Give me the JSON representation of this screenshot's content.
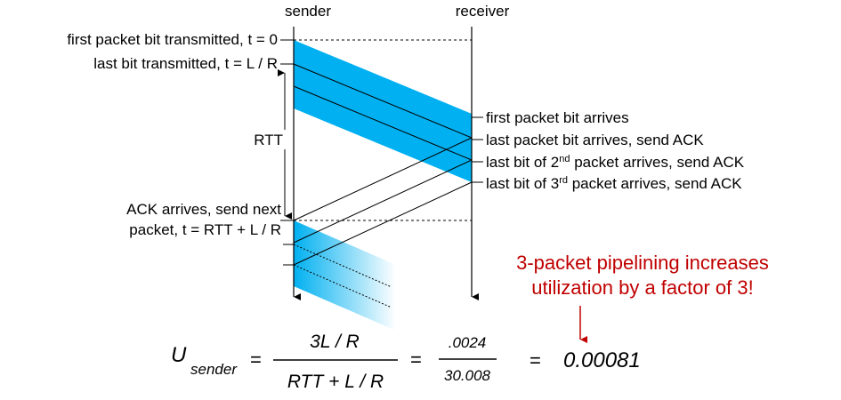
{
  "columns": {
    "sender": "sender",
    "receiver": "receiver"
  },
  "sender_labels": {
    "first_bit_line1": "first packet bit transmitted, t = 0",
    "last_bit_line1": "last bit transmitted, t = L / R",
    "rtt": "RTT",
    "ack_line1": "ACK arrives, send next",
    "ack_line2": "packet, t = RTT + L / R"
  },
  "receiver_labels": {
    "first_arrives": "first packet bit arrives",
    "last_arrives": "last packet bit arrives, send ACK",
    "second_pre": "last bit of 2",
    "second_sup": "nd",
    "second_post": " packet arrives, send ACK",
    "third_pre": "last bit of 3",
    "third_sup": "rd",
    "third_post": " packet arrives, send ACK"
  },
  "callout": {
    "line1": "3-packet pipelining increases",
    "line2": "utilization by a factor of 3!"
  },
  "equation": {
    "u": "U",
    "sub": "sender",
    "eq1": "=",
    "num1": "3L / R",
    "den1": "RTT + L / R",
    "eq2": "=",
    "num2": ".0024",
    "den2": "30.008",
    "eq3": "=",
    "result": "0.00081"
  },
  "colors": {
    "packet": "#00b0f0",
    "accent": "#c00000"
  }
}
